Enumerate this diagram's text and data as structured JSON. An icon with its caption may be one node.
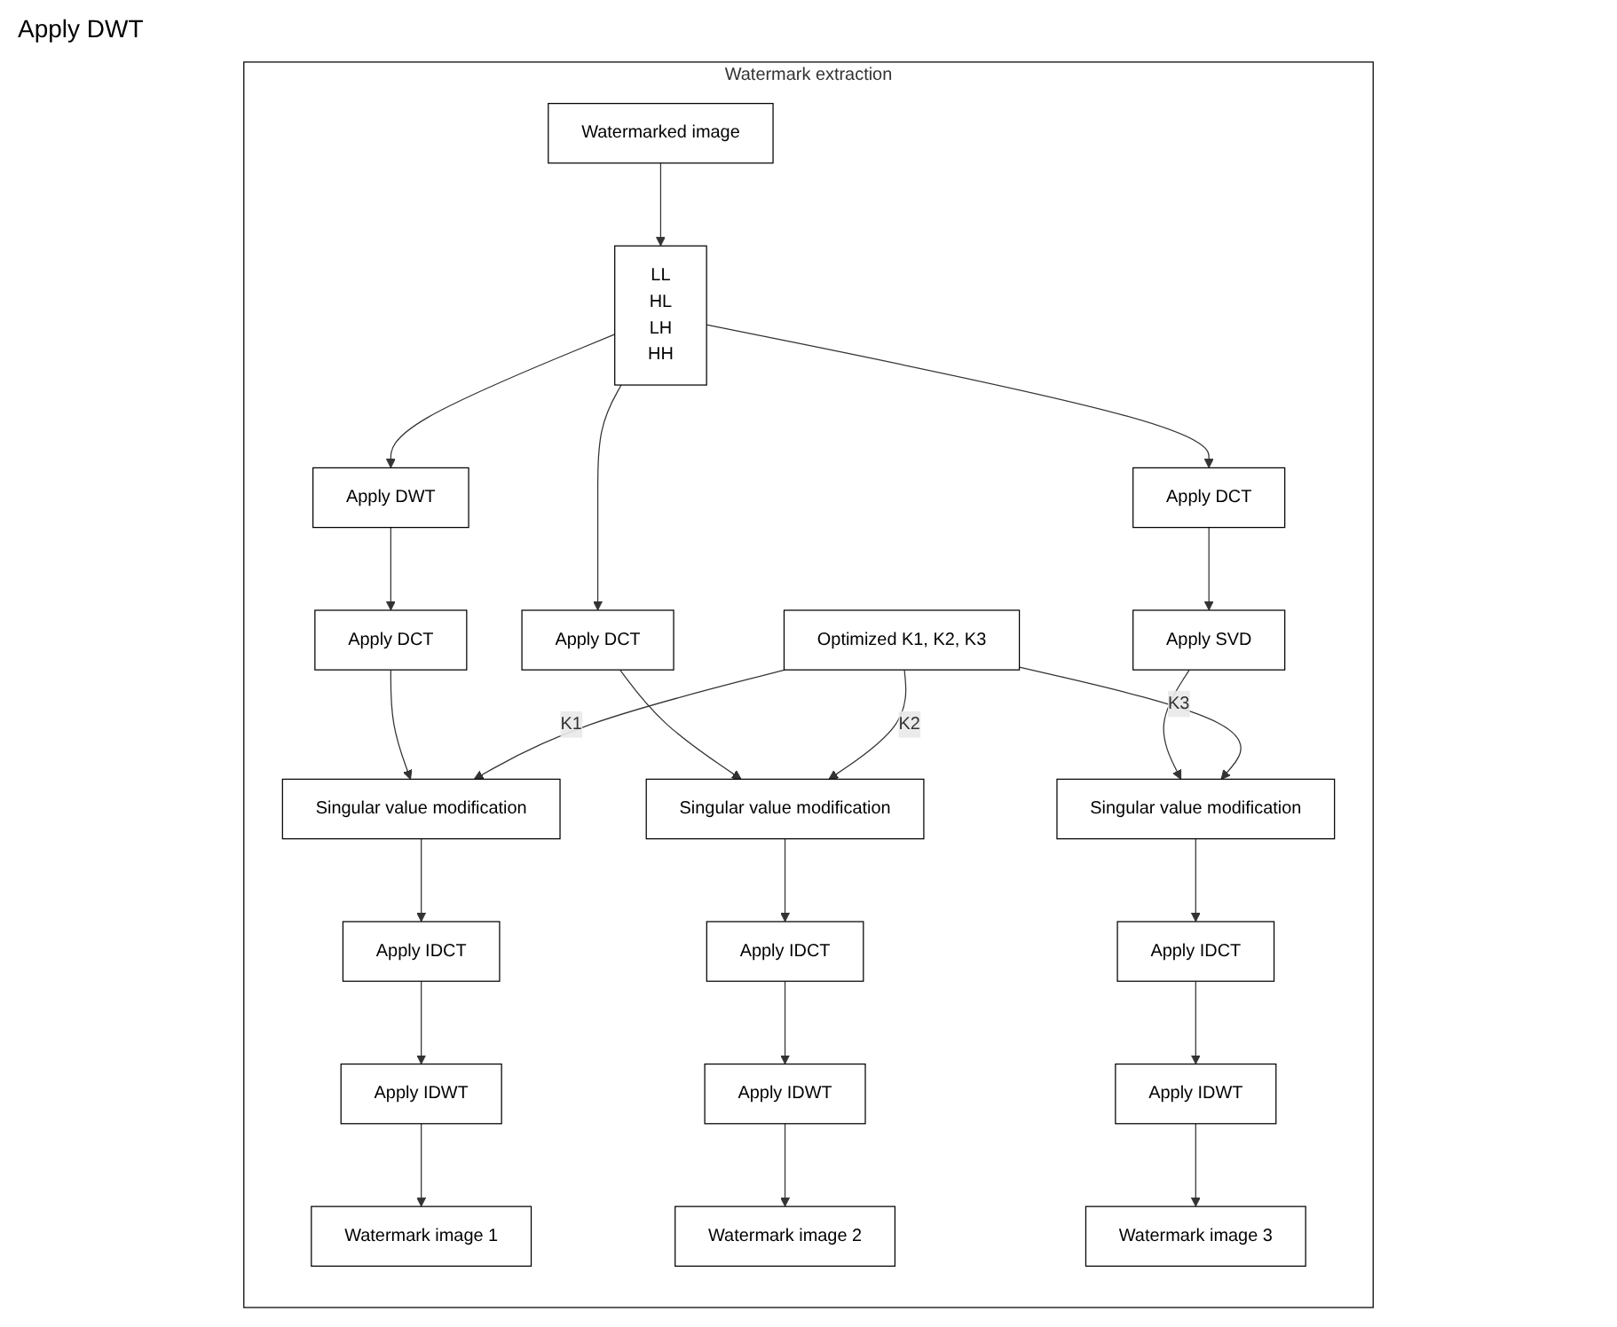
{
  "diagram": {
    "nodes": [
      {
        "text": [
          "Watermark extraction"
        ]
      },
      {
        "text": [
          "Watermarked image"
        ],
        "in": 0
      },
      {
        "text": [
          "LL",
          "HL",
          "LH",
          "HH"
        ],
        "in": 0
      },
      {
        "text": [
          "Apply DWT"
        ],
        "in": 0
      },
      {
        "text": [
          "Apply DCT"
        ],
        "in": 0
      },
      {
        "text": [
          "Singular value modification"
        ],
        "in": 0
      },
      {
        "text": [
          "Apply IDCT"
        ],
        "in": 0
      },
      {
        "text": [
          "Apply IDWT"
        ],
        "in": 0
      },
      {
        "text": [
          "Watermark image 1"
        ],
        "in": 0
      },
      {
        "text": [
          "Apply DCT"
        ],
        "in": 0
      },
      {
        "text": [
          "Singular value modification"
        ],
        "in": 0
      },
      {
        "text": [
          "Apply IDCT"
        ],
        "in": 0
      },
      {
        "text": [
          "Apply IDWT"
        ],
        "in": 0
      },
      {
        "text": [
          "Watermark image 2"
        ],
        "in": 0
      },
      {
        "text": [
          "Apply DCT"
        ],
        "in": 0
      },
      {
        "text": [
          "Apply SVD"
        ],
        "in": 0
      },
      {
        "text": [
          "Singular value modification"
        ],
        "in": 0
      },
      {
        "text": [
          "Apply IDCT"
        ],
        "in": 0
      },
      {
        "text": [
          "Apply IDWT"
        ],
        "in": 0
      },
      {
        "text": [
          "Watermark image 3"
        ],
        "in": 0
      },
      {
        "text": [
          "Optimized K1, K2, K3"
        ],
        "in": 0
      }
    ],
    "edges": [
      {
        "from": 1,
        "to": 2,
        "arrow": "to"
      },
      {
        "from": 2,
        "to": 3,
        "arrow": "to"
      },
      {
        "from": 2,
        "to": 9,
        "arrow": "to"
      },
      {
        "from": 2,
        "to": 14,
        "arrow": "to"
      },
      {
        "from": 3,
        "to": 4,
        "arrow": "to"
      },
      {
        "from": 4,
        "to": 5,
        "arrow": "to"
      },
      {
        "from": 5,
        "to": 6,
        "arrow": "to"
      },
      {
        "from": 6,
        "to": 7,
        "arrow": "to"
      },
      {
        "from": 7,
        "to": 8,
        "arrow": "to"
      },
      {
        "from": 9,
        "to": 10,
        "arrow": "to"
      },
      {
        "from": 10,
        "to": 11,
        "arrow": "to"
      },
      {
        "from": 11,
        "to": 12,
        "arrow": "to"
      },
      {
        "from": 12,
        "to": 13,
        "arrow": "to"
      },
      {
        "from": 14,
        "to": 15,
        "arrow": "to"
      },
      {
        "from": 15,
        "to": 16,
        "arrow": "to"
      },
      {
        "from": 16,
        "to": 17,
        "arrow": "to"
      },
      {
        "from": 17,
        "to": 18,
        "arrow": "to"
      },
      {
        "from": 18,
        "to": 19,
        "arrow": "to"
      },
      {
        "from": 20,
        "to": 5,
        "label": "K1",
        "arrow": "to"
      },
      {
        "from": 20,
        "to": 10,
        "label": "K2",
        "arrow": "to"
      },
      {
        "from": 20,
        "to": 16,
        "label": "K3",
        "arrow": "to"
      }
    ],
    "labels": [
      "Apply DWT"
    ]
  }
}
